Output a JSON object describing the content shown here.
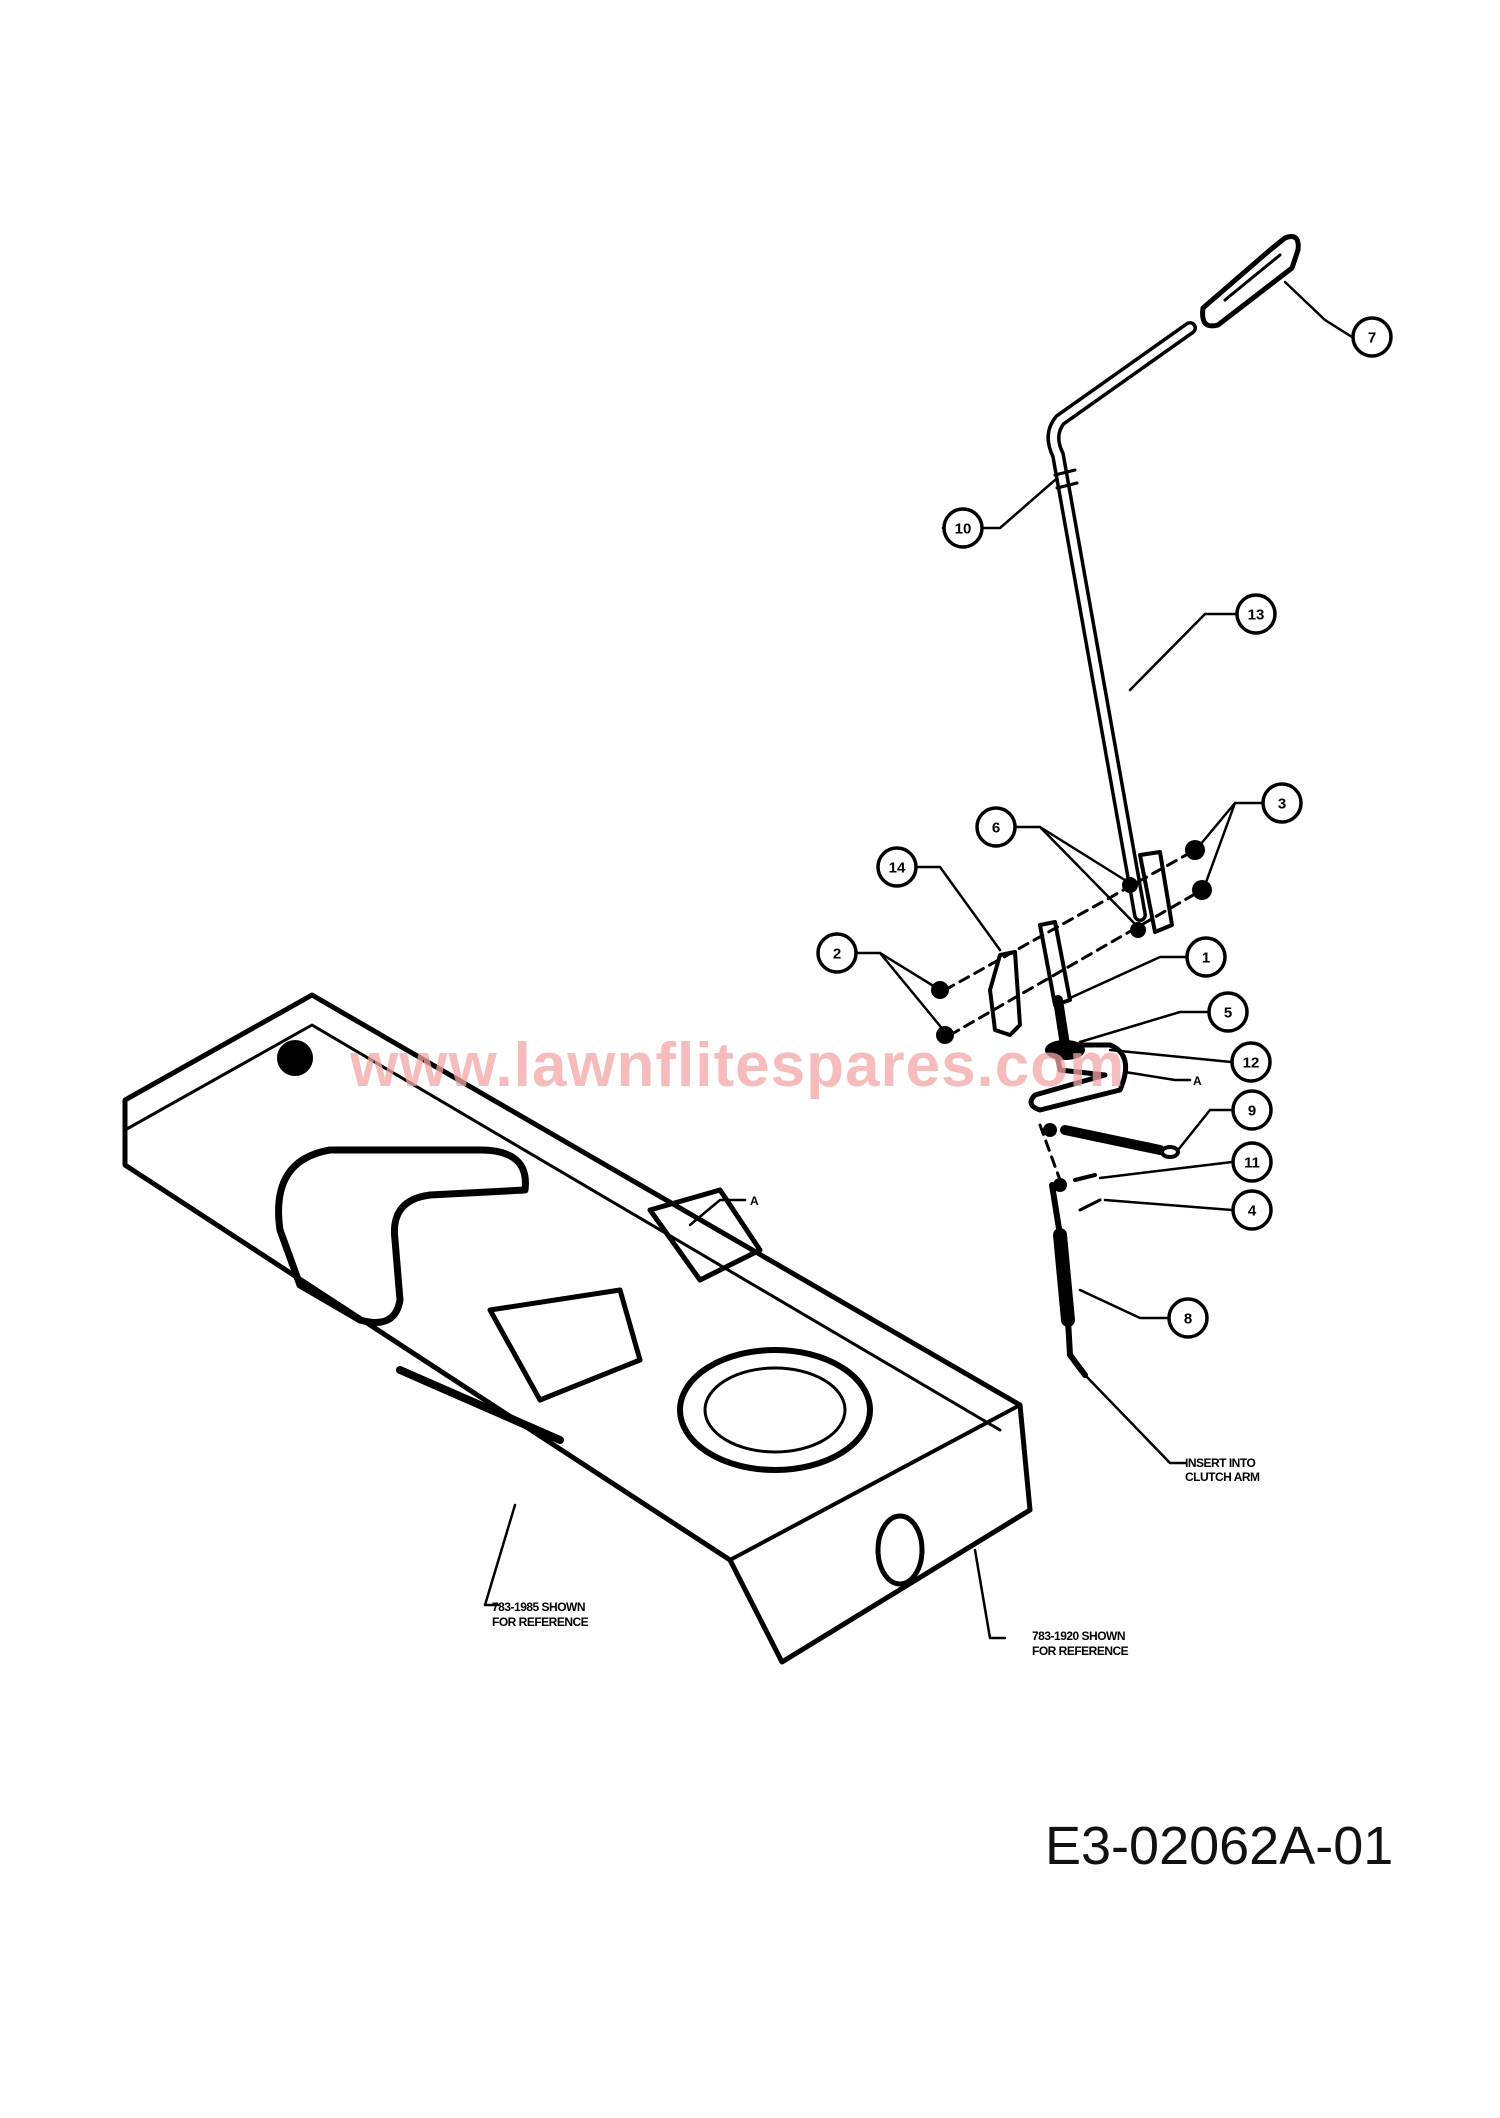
{
  "diagram": {
    "id_label": "E3-02062A-01",
    "watermark": "www.lawnflitespares.com",
    "callouts": [
      {
        "num": "7"
      },
      {
        "num": "10"
      },
      {
        "num": "13"
      },
      {
        "num": "3"
      },
      {
        "num": "6"
      },
      {
        "num": "14"
      },
      {
        "num": "2"
      },
      {
        "num": "1"
      },
      {
        "num": "5"
      },
      {
        "num": "12"
      },
      {
        "num": "9"
      },
      {
        "num": "11"
      },
      {
        "num": "4"
      },
      {
        "num": "8"
      }
    ],
    "ref_marks": [
      "A",
      "A"
    ],
    "notes": {
      "insert_line1": "INSERT INTO",
      "insert_line2": "CLUTCH ARM",
      "ref1_line1": "783-1985 SHOWN",
      "ref1_line2": "FOR REFERENCE",
      "ref2_line1": "783-1920 SHOWN",
      "ref2_line2": "FOR REFERENCE"
    },
    "colors": {
      "ink": "#000000",
      "watermark": "#f4a6a6"
    }
  }
}
